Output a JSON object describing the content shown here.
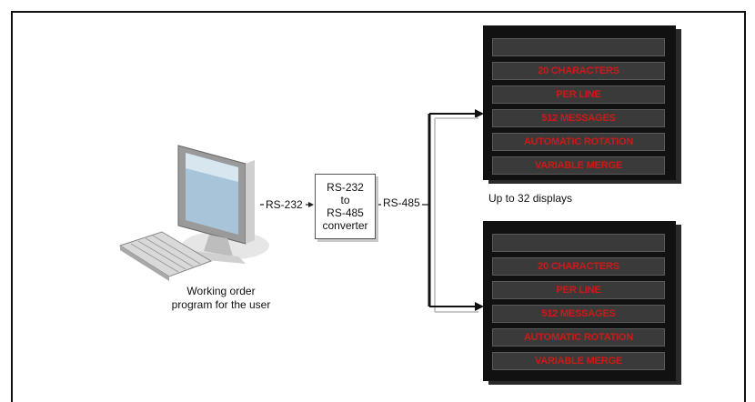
{
  "left_label": "RS-232",
  "right_label": "RS-485",
  "converter": {
    "line1": "RS-232",
    "line2": "to",
    "line3": "RS-485",
    "line4": "converter"
  },
  "computer_caption": {
    "line1": "Working order",
    "line2": "program for the user"
  },
  "displays_caption": "Up to 32 displays",
  "display_rows": [
    "",
    "20 CHARACTERS",
    "PER LINE",
    "512 MESSAGES",
    "AUTOMATIC ROTATION",
    "VARIABLE MERGE"
  ],
  "colors": {
    "led_text": "#d01818",
    "board": "#111111",
    "row_bg": "#3a3a3a"
  }
}
